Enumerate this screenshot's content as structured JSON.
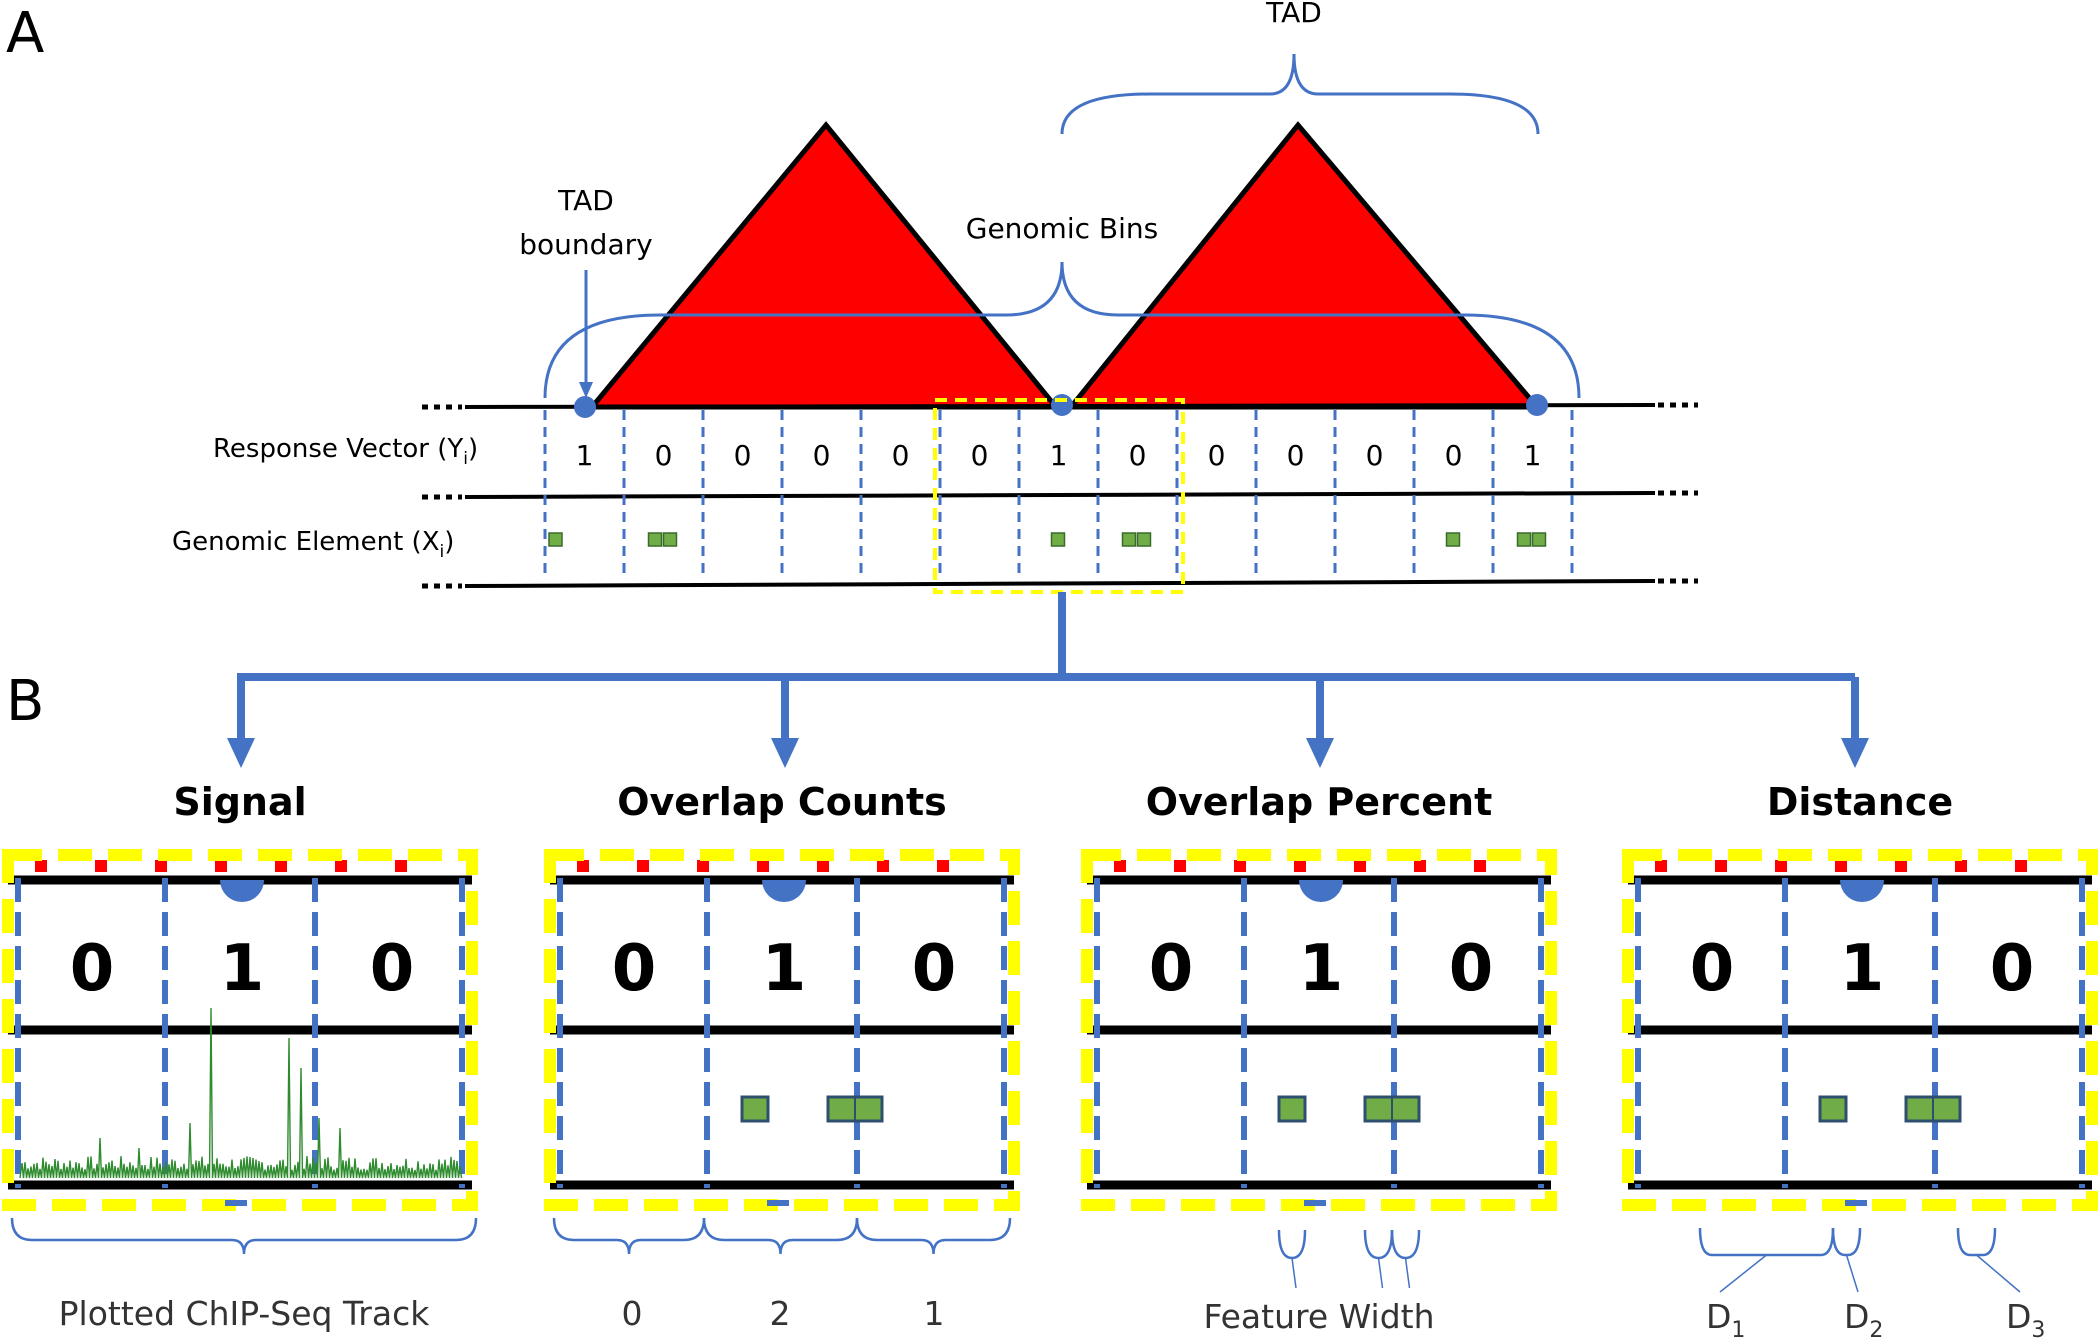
{
  "panels": {
    "a": "A",
    "b": "B"
  },
  "top": {
    "tad_label": "TAD",
    "tad_boundary_label_1": "TAD",
    "tad_boundary_label_2": "boundary",
    "genomic_bins_label": "Genomic Bins",
    "response_label": "Response Vector (Y",
    "response_sub": "i",
    "element_label": "Genomic Element (X",
    "element_sub": "i",
    "response_values": [
      "1",
      "0",
      "0",
      "0",
      "0",
      "0",
      "1",
      "0",
      "0",
      "0",
      "0",
      "0",
      "1"
    ],
    "element_counts": [
      1,
      2,
      0,
      0,
      0,
      0,
      1,
      2,
      0,
      0,
      0,
      1,
      2
    ]
  },
  "methods": [
    {
      "title": "Signal",
      "values": [
        "0",
        "1",
        "0"
      ],
      "caption": "Plotted ChIP-Seq Track"
    },
    {
      "title": "Overlap Counts",
      "values": [
        "0",
        "1",
        "0"
      ],
      "counts": [
        "0",
        "2",
        "1"
      ]
    },
    {
      "title": "Overlap Percent",
      "values": [
        "0",
        "1",
        "0"
      ],
      "caption": "Feature Width"
    },
    {
      "title": "Distance",
      "values": [
        "0",
        "1",
        "0"
      ],
      "d_labels": [
        "D",
        "D",
        "D"
      ],
      "d_subs": [
        "1",
        "2",
        "3"
      ]
    }
  ],
  "colors": {
    "tad": "#ff0000",
    "line_blue": "#4472c4",
    "highlight": "#ffff00",
    "element": "#70ad47",
    "signal": "#2e8b2e"
  }
}
